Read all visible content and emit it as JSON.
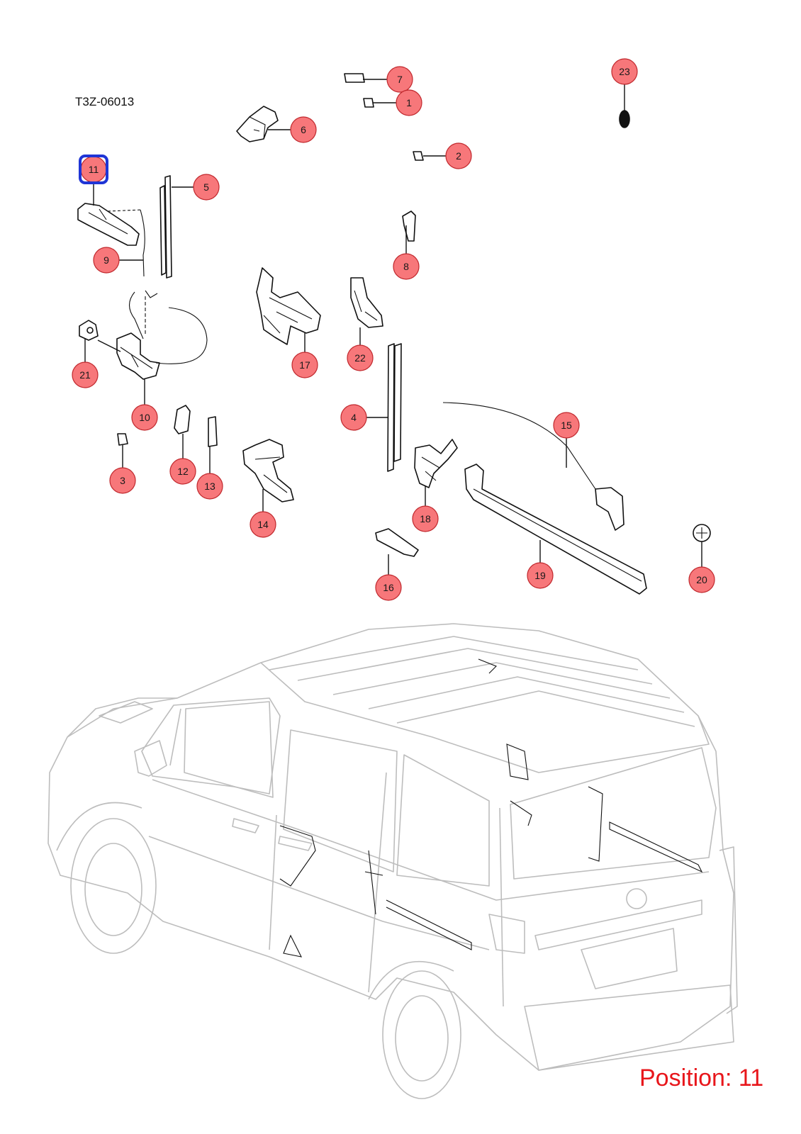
{
  "diagram_code": "T3Z-06013",
  "position_label": "Position: 11",
  "highlight_color": "#1f35d6",
  "callout_color": "#f7777a",
  "position_color": "#e8161b",
  "highlighted_callout": "11",
  "callouts": [
    "1",
    "2",
    "3",
    "4",
    "5",
    "6",
    "7",
    "8",
    "9",
    "10",
    "11",
    "12",
    "13",
    "14",
    "15",
    "16",
    "17",
    "18",
    "19",
    "20",
    "21",
    "22",
    "23"
  ]
}
